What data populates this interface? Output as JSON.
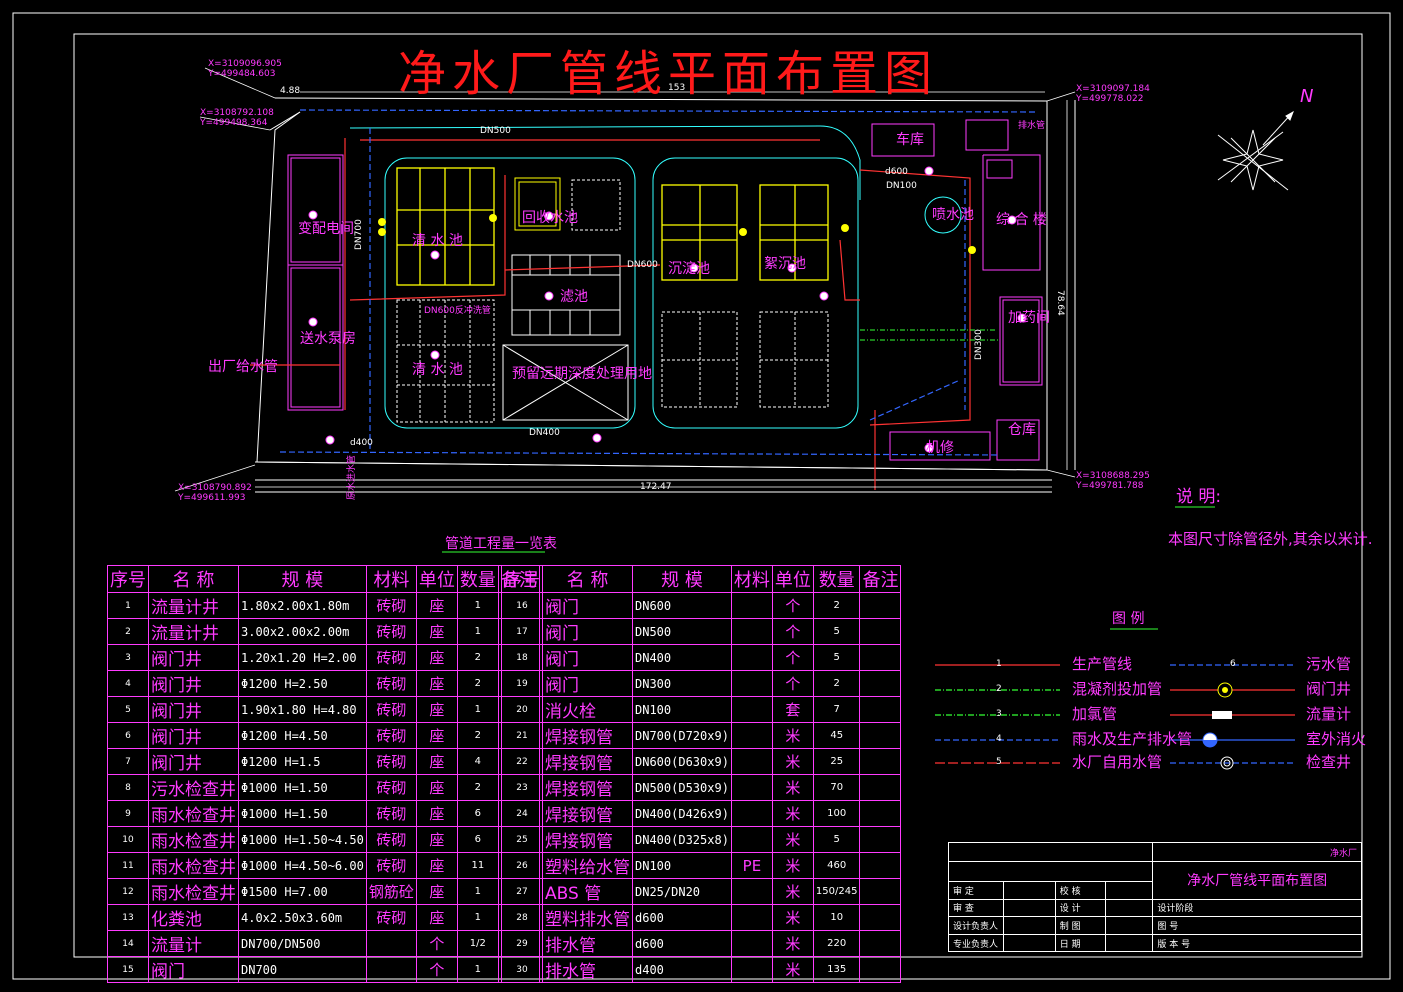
{
  "title": "净水厂管线平面布置图",
  "buildings": [
    {
      "key": "substation",
      "label": "变配电间"
    },
    {
      "key": "pumphouse",
      "label": "送水泵房"
    },
    {
      "key": "clearwell1",
      "label": "清 水 池"
    },
    {
      "key": "clearwell2",
      "label": "清 水 池"
    },
    {
      "key": "recovery",
      "label": "回收水池"
    },
    {
      "key": "filter",
      "label": "滤池"
    },
    {
      "key": "backwash",
      "label": "DN600反冲洗管"
    },
    {
      "key": "reserve",
      "label": "预留远期深度处理用地"
    },
    {
      "key": "sed1",
      "label": "沉淀池"
    },
    {
      "key": "sed2",
      "label": "絮沉池"
    },
    {
      "key": "garage",
      "label": "车库"
    },
    {
      "key": "office",
      "label": "综 合 楼"
    },
    {
      "key": "fountain",
      "label": "喷水池"
    },
    {
      "key": "dosing",
      "label": "加药间"
    },
    {
      "key": "warehouse",
      "label": "仓库"
    },
    {
      "key": "repair",
      "label": "机修"
    },
    {
      "key": "outlet",
      "label": "出厂给水管"
    },
    {
      "key": "inlet",
      "label": "原水进水管"
    },
    {
      "key": "drain_out",
      "label": "排水管"
    }
  ],
  "dimensions": {
    "top": "153",
    "bottom": "172.47",
    "right": "78.64",
    "left_small": "4.88"
  },
  "coords": [
    {
      "x": "X=3109096.905",
      "y": "Y=499484.603"
    },
    {
      "x": "X=3108792.108",
      "y": "Y=499498.364"
    },
    {
      "x": "X=3109097.184",
      "y": "Y=499778.022"
    },
    {
      "x": "X=3108688.295",
      "y": "Y=499781.788"
    },
    {
      "x": "X=3108790.892",
      "y": "Y=499611.993"
    }
  ],
  "pipe_labels": [
    "DN500",
    "DN700",
    "DN600",
    "DN400",
    "DN100",
    "d400",
    "d600",
    "DN300"
  ],
  "note": {
    "heading": "说 明:",
    "text": "本图尺寸除管径外,其余以米计."
  },
  "table_title": "管道工程量一览表",
  "table_headers": [
    "序号",
    "名 称",
    "规 模",
    "材料",
    "单位",
    "数量",
    "备注"
  ],
  "table_left": [
    {
      "no": "1",
      "name": "流量计井",
      "spec": "1.80x2.00x1.80m",
      "mat": "砖砌",
      "unit": "座",
      "qty": "1"
    },
    {
      "no": "2",
      "name": "流量计井",
      "spec": "3.00x2.00x2.00m",
      "mat": "砖砌",
      "unit": "座",
      "qty": "1"
    },
    {
      "no": "3",
      "name": "阀门井",
      "spec": "1.20x1.20 H=2.00",
      "mat": "砖砌",
      "unit": "座",
      "qty": "2"
    },
    {
      "no": "4",
      "name": "阀门井",
      "spec": "Φ1200 H=2.50",
      "mat": "砖砌",
      "unit": "座",
      "qty": "2"
    },
    {
      "no": "5",
      "name": "阀门井",
      "spec": "1.90x1.80 H=4.80",
      "mat": "砖砌",
      "unit": "座",
      "qty": "1"
    },
    {
      "no": "6",
      "name": "阀门井",
      "spec": "Φ1200 H=4.50",
      "mat": "砖砌",
      "unit": "座",
      "qty": "2"
    },
    {
      "no": "7",
      "name": "阀门井",
      "spec": "Φ1200 H=1.5",
      "mat": "砖砌",
      "unit": "座",
      "qty": "4"
    },
    {
      "no": "8",
      "name": "污水检查井",
      "spec": "Φ1000 H=1.50",
      "mat": "砖砌",
      "unit": "座",
      "qty": "2"
    },
    {
      "no": "9",
      "name": "雨水检查井",
      "spec": "Φ1000 H=1.50",
      "mat": "砖砌",
      "unit": "座",
      "qty": "6"
    },
    {
      "no": "10",
      "name": "雨水检查井",
      "spec": "Φ1000 H=1.50~4.50",
      "mat": "砖砌",
      "unit": "座",
      "qty": "6"
    },
    {
      "no": "11",
      "name": "雨水检查井",
      "spec": "Φ1000 H=4.50~6.00",
      "mat": "砖砌",
      "unit": "座",
      "qty": "11"
    },
    {
      "no": "12",
      "name": "雨水检查井",
      "spec": "Φ1500 H=7.00",
      "mat": "钢筋砼",
      "unit": "座",
      "qty": "1"
    },
    {
      "no": "13",
      "name": "化粪池",
      "spec": "4.0x2.50x3.60m",
      "mat": "砖砌",
      "unit": "座",
      "qty": "1"
    },
    {
      "no": "14",
      "name": "流量计",
      "spec": "DN700/DN500",
      "mat": "",
      "unit": "个",
      "qty": "1/2"
    },
    {
      "no": "15",
      "name": "阀门",
      "spec": "DN700",
      "mat": "",
      "unit": "个",
      "qty": "1"
    }
  ],
  "table_right": [
    {
      "no": "16",
      "name": "阀门",
      "spec": "DN600",
      "mat": "",
      "unit": "个",
      "qty": "2"
    },
    {
      "no": "17",
      "name": "阀门",
      "spec": "DN500",
      "mat": "",
      "unit": "个",
      "qty": "5"
    },
    {
      "no": "18",
      "name": "阀门",
      "spec": "DN400",
      "mat": "",
      "unit": "个",
      "qty": "5"
    },
    {
      "no": "19",
      "name": "阀门",
      "spec": "DN300",
      "mat": "",
      "unit": "个",
      "qty": "2"
    },
    {
      "no": "20",
      "name": "消火栓",
      "spec": "DN100",
      "mat": "",
      "unit": "套",
      "qty": "7"
    },
    {
      "no": "21",
      "name": "焊接钢管",
      "spec": "DN700(D720x9)",
      "mat": "",
      "unit": "米",
      "qty": "45"
    },
    {
      "no": "22",
      "name": "焊接钢管",
      "spec": "DN600(D630x9)",
      "mat": "",
      "unit": "米",
      "qty": "25"
    },
    {
      "no": "23",
      "name": "焊接钢管",
      "spec": "DN500(D530x9)",
      "mat": "",
      "unit": "米",
      "qty": "70"
    },
    {
      "no": "24",
      "name": "焊接钢管",
      "spec": "DN400(D426x9)",
      "mat": "",
      "unit": "米",
      "qty": "100"
    },
    {
      "no": "25",
      "name": "焊接钢管",
      "spec": "DN400(D325x8)",
      "mat": "",
      "unit": "米",
      "qty": "5"
    },
    {
      "no": "26",
      "name": "塑料给水管",
      "spec": "DN100",
      "mat": "PE",
      "unit": "米",
      "qty": "460"
    },
    {
      "no": "27",
      "name": "ABS 管",
      "spec": "DN25/DN20",
      "mat": "",
      "unit": "米",
      "qty": "150/245"
    },
    {
      "no": "28",
      "name": "塑料排水管",
      "spec": "d600",
      "mat": "",
      "unit": "米",
      "qty": "10"
    },
    {
      "no": "29",
      "name": "排水管",
      "spec": "d600",
      "mat": "",
      "unit": "米",
      "qty": "220"
    },
    {
      "no": "30",
      "name": "排水管",
      "spec": "d400",
      "mat": "",
      "unit": "米",
      "qty": "135"
    }
  ],
  "legend_title": "图 例",
  "legend_left": [
    {
      "num": "1",
      "label": "生产管线",
      "color": "#ff3333"
    },
    {
      "num": "2",
      "label": "混凝剂投加管",
      "color": "#33ff33"
    },
    {
      "num": "3",
      "label": "加氯管",
      "color": "#33ff33"
    },
    {
      "num": "4",
      "label": "雨水及生产排水管",
      "color": "#3355ff"
    },
    {
      "num": "5",
      "label": "水厂自用水管",
      "color": "#ff3333"
    }
  ],
  "legend_right": [
    {
      "num": "6",
      "label": "污水管",
      "color": "#3355ff"
    },
    {
      "num": "",
      "label": "阀门井",
      "color": "#ff3333"
    },
    {
      "num": "",
      "label": "流量计",
      "color": "#ff3333"
    },
    {
      "num": "",
      "label": "室外消火",
      "color": "#3355ff"
    },
    {
      "num": "",
      "label": "检查井",
      "color": "#3355ff"
    }
  ],
  "title_block": {
    "company": "净水厂",
    "drawing_title": "净水厂管线平面布置图",
    "rows": [
      [
        "审 定",
        "",
        "校 核",
        ""
      ],
      [
        "审 查",
        "",
        "设 计",
        "",
        "设计阶段"
      ],
      [
        "设计负责人",
        "",
        "制 图",
        "",
        "图 号"
      ],
      [
        "专业负责人",
        "",
        "日 期",
        "",
        "版 本 号"
      ]
    ]
  },
  "north": "N"
}
